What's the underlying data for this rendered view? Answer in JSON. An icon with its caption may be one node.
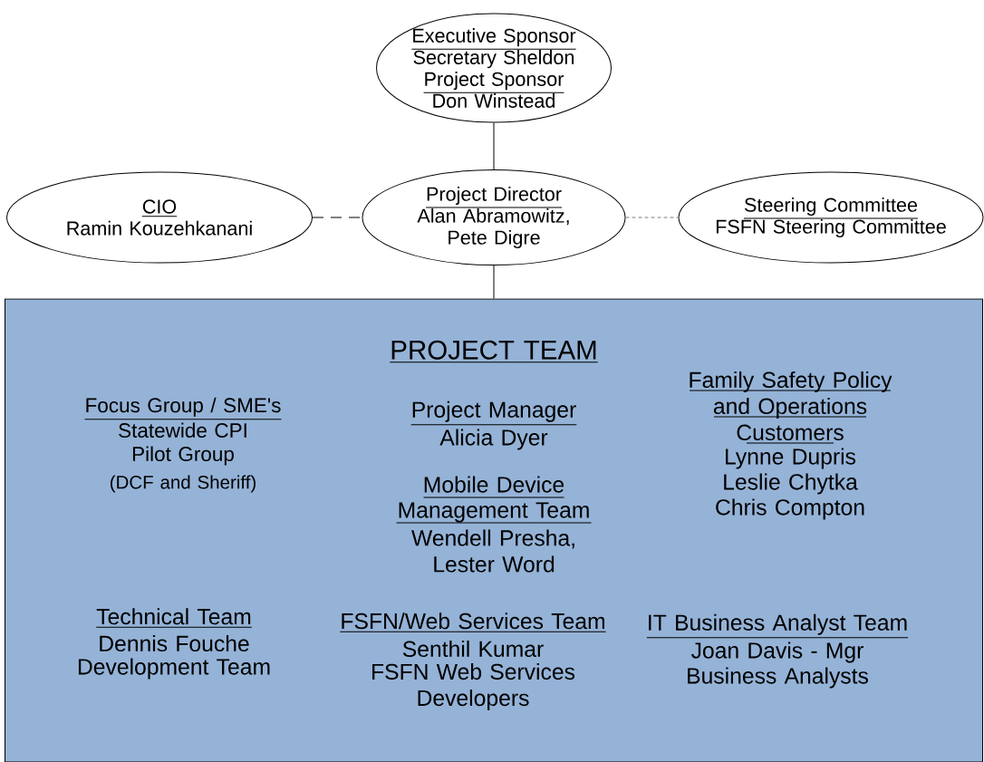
{
  "diagram": {
    "nodes": [
      {
        "text": [
          "Executive Sponsor",
          "Secretary Sheldon",
          "Project Sponsor",
          "Don Winstead"
        ]
      },
      {
        "text": [
          "CIO",
          "Ramin Kouzehkanani"
        ]
      },
      {
        "text": [
          "Project Director",
          "Alan Abramowitz, Pete Digre"
        ]
      },
      {
        "text": [
          "Steering Committee",
          "FSFN Steering Committee"
        ]
      },
      {
        "text": [
          "PROJECT TEAM",
          "Focus Group / SME's",
          "Statewide CPI Pilot Group",
          "(DCF and Sheriff)",
          "Project Manager",
          "Alicia Dyer",
          "Mobile Device Management Team",
          "Wendell Presha, Lester Word",
          "Family Safety Policy and Operations Customers",
          "Lynne Dupris",
          "Leslie Chytka",
          "Chris Compton",
          "Technical Team",
          "Dennis Fouche",
          "Development Team",
          "FSFN/Web Services Team",
          "Senthil Kumar",
          "FSFN Web Services Developers",
          "IT Business Analyst Team",
          "Joan Davis - Mgr",
          "Business Analysts"
        ]
      }
    ],
    "edges": [
      {
        "from": 0,
        "to": 2,
        "arrow": "none"
      },
      {
        "from": 1,
        "to": 2,
        "arrow": "none",
        "style": "dashed"
      },
      {
        "from": 2,
        "to": 3,
        "arrow": "none",
        "style": "dashed",
        "color": "#7f7f7f"
      },
      {
        "from": 2,
        "to": 4,
        "arrow": "none"
      }
    ]
  }
}
